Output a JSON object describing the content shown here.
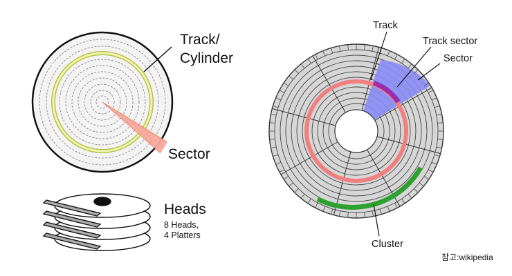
{
  "left_diagram": {
    "track_label_line1": "Track/",
    "track_label_line2": "Cylinder",
    "sector_label": "Sector",
    "heads_title": "Heads",
    "heads_line1": "8 Heads,",
    "heads_line2": "4 Platters"
  },
  "right_diagram": {
    "track_label": "Track",
    "track_sector_label": "Track sector",
    "sector_label": "Sector",
    "cluster_label": "Cluster"
  },
  "source_note": "참고:wikipedia",
  "colors": {
    "track_highlight": "#e8f0a0",
    "sector_wedge": "#f7a89a",
    "red_track": "#f08080",
    "blue_sector": "#8a8cf5",
    "purple_track_sector": "#9b2cae",
    "green_cluster": "#2ea02e",
    "disk_fill": "#d6d6d6"
  }
}
